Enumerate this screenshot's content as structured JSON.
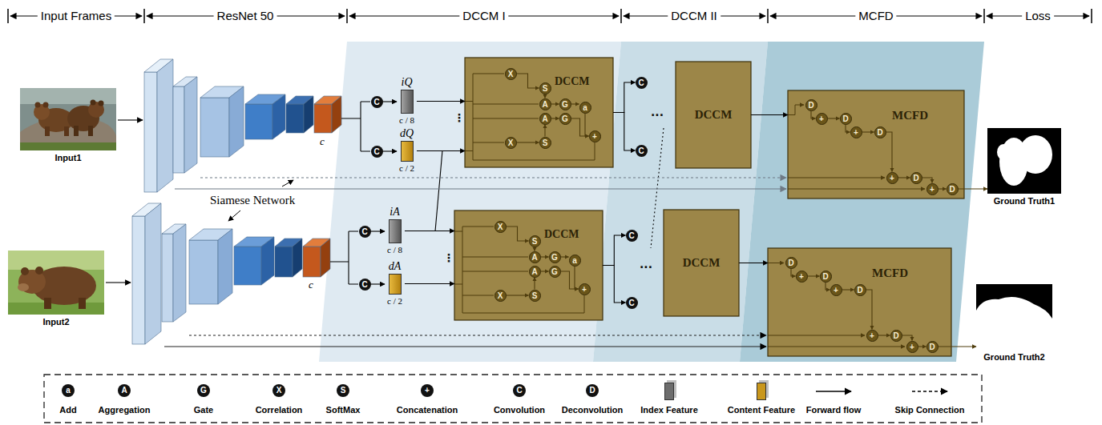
{
  "diagram": {
    "nodes": [
      {
        "text": [
          "Input1"
        ]
      },
      {
        "text": [
          "Input2"
        ]
      },
      {
        "text": [
          "C"
        ]
      },
      {
        "text": [
          "C"
        ]
      },
      {
        "text": [
          "iQ",
          "c / 8"
        ]
      },
      {
        "text": [
          "dQ",
          "c / 2"
        ]
      },
      {
        "text": [
          "C"
        ]
      },
      {
        "text": [
          "C"
        ]
      },
      {
        "text": [
          "iA",
          "c / 8"
        ]
      },
      {
        "text": [
          "dA",
          "c / 2"
        ]
      },
      {
        "text": [
          "DCCM"
        ]
      },
      {
        "text": [
          "X"
        ],
        "in": 10
      },
      {
        "text": [
          "S"
        ],
        "in": 10
      },
      {
        "text": [
          "A"
        ],
        "in": 10
      },
      {
        "text": [
          "G"
        ],
        "in": 10
      },
      {
        "text": [
          "a"
        ],
        "in": 10
      },
      {
        "text": [
          "A"
        ],
        "in": 10
      },
      {
        "text": [
          "G"
        ],
        "in": 10
      },
      {
        "text": [
          "+"
        ],
        "in": 10
      },
      {
        "text": [
          "X"
        ],
        "in": 10
      },
      {
        "text": [
          "S"
        ],
        "in": 10
      },
      {
        "text": [
          "DCCM"
        ]
      },
      {
        "text": [
          "X"
        ],
        "in": 21
      },
      {
        "text": [
          "S"
        ],
        "in": 21
      },
      {
        "text": [
          "A"
        ],
        "in": 21
      },
      {
        "text": [
          "G"
        ],
        "in": 21
      },
      {
        "text": [
          "a"
        ],
        "in": 21
      },
      {
        "text": [
          "A"
        ],
        "in": 21
      },
      {
        "text": [
          "G"
        ],
        "in": 21
      },
      {
        "text": [
          "+"
        ],
        "in": 21
      },
      {
        "text": [
          "X"
        ],
        "in": 21
      },
      {
        "text": [
          "S"
        ],
        "in": 21
      },
      {
        "text": [
          "C"
        ]
      },
      {
        "text": [
          "C"
        ]
      },
      {
        "text": [
          "C"
        ]
      },
      {
        "text": [
          "C"
        ]
      },
      {
        "text": [
          "DCCM"
        ]
      },
      {
        "text": [
          "DCCM"
        ]
      },
      {
        "text": [
          "MCFD"
        ]
      },
      {
        "text": [
          "D"
        ],
        "in": 38
      },
      {
        "text": [
          "+"
        ],
        "in": 38
      },
      {
        "text": [
          "D"
        ],
        "in": 38
      },
      {
        "text": [
          "+"
        ],
        "in": 38
      },
      {
        "text": [
          "D"
        ],
        "in": 38
      },
      {
        "text": [
          "+"
        ],
        "in": 38
      },
      {
        "text": [
          "D"
        ],
        "in": 38
      },
      {
        "text": [
          "+"
        ],
        "in": 38
      },
      {
        "text": [
          "D"
        ],
        "in": 38
      },
      {
        "text": [
          "MCFD"
        ]
      },
      {
        "text": [
          "D"
        ],
        "in": 48
      },
      {
        "text": [
          "+"
        ],
        "in": 48
      },
      {
        "text": [
          "D"
        ],
        "in": 48
      },
      {
        "text": [
          "+"
        ],
        "in": 48
      },
      {
        "text": [
          "D"
        ],
        "in": 48
      },
      {
        "text": [
          "+"
        ],
        "in": 48
      },
      {
        "text": [
          "D"
        ],
        "in": 48
      },
      {
        "text": [
          "+"
        ],
        "in": 48
      },
      {
        "text": [
          "D"
        ],
        "in": 48
      },
      {
        "text": [
          "Ground Truth1"
        ]
      },
      {
        "text": [
          "Ground Truth2"
        ]
      }
    ],
    "edges": [
      {
        "from": 2,
        "to": 4,
        "arrow": "to"
      },
      {
        "from": 3,
        "to": 5,
        "arrow": "to"
      },
      {
        "from": 6,
        "to": 8,
        "arrow": "to"
      },
      {
        "from": 7,
        "to": 9,
        "arrow": "to"
      },
      {
        "from": 4,
        "to": 10,
        "arrow": "to"
      },
      {
        "from": 5,
        "to": 10,
        "arrow": "to"
      },
      {
        "from": 8,
        "to": 21,
        "arrow": "to"
      },
      {
        "from": 9,
        "to": 21,
        "arrow": "to"
      },
      {
        "from": 11,
        "to": 12,
        "arrow": "to"
      },
      {
        "from": 12,
        "to": 13,
        "arrow": "to"
      },
      {
        "from": 13,
        "to": 14,
        "arrow": "to"
      },
      {
        "from": 14,
        "to": 15,
        "arrow": "to"
      },
      {
        "from": 15,
        "to": 18,
        "arrow": "to"
      },
      {
        "from": 19,
        "to": 20,
        "arrow": "to"
      },
      {
        "from": 20,
        "to": 16,
        "arrow": "to"
      },
      {
        "from": 16,
        "to": 17,
        "arrow": "to"
      },
      {
        "from": 17,
        "to": 18,
        "arrow": "to"
      },
      {
        "from": 22,
        "to": 23,
        "arrow": "to"
      },
      {
        "from": 23,
        "to": 24,
        "arrow": "to"
      },
      {
        "from": 24,
        "to": 25,
        "arrow": "to"
      },
      {
        "from": 25,
        "to": 26,
        "arrow": "to"
      },
      {
        "from": 26,
        "to": 29,
        "arrow": "to"
      },
      {
        "from": 30,
        "to": 31,
        "arrow": "to"
      },
      {
        "from": 31,
        "to": 27,
        "arrow": "to"
      },
      {
        "from": 27,
        "to": 28,
        "arrow": "to"
      },
      {
        "from": 28,
        "to": 29,
        "arrow": "to"
      },
      {
        "from": 10,
        "to": 32,
        "arrow": "to"
      },
      {
        "from": 10,
        "to": 33,
        "arrow": "to"
      },
      {
        "from": 21,
        "to": 34,
        "arrow": "to"
      },
      {
        "from": 21,
        "to": 35,
        "arrow": "to"
      },
      {
        "from": 36,
        "to": 38,
        "arrow": "to"
      },
      {
        "from": 37,
        "to": 48,
        "arrow": "to"
      },
      {
        "from": 39,
        "to": 40,
        "arrow": "to"
      },
      {
        "from": 40,
        "to": 41,
        "arrow": "to"
      },
      {
        "from": 41,
        "to": 42,
        "arrow": "to"
      },
      {
        "from": 42,
        "to": 43,
        "arrow": "to"
      },
      {
        "from": 43,
        "to": 44,
        "arrow": "to"
      },
      {
        "from": 44,
        "to": 45,
        "arrow": "to"
      },
      {
        "from": 45,
        "to": 46,
        "arrow": "to"
      },
      {
        "from": 46,
        "to": 47,
        "arrow": "to"
      },
      {
        "from": 49,
        "to": 50,
        "arrow": "to"
      },
      {
        "from": 50,
        "to": 51,
        "arrow": "to"
      },
      {
        "from": 51,
        "to": 52,
        "arrow": "to"
      },
      {
        "from": 52,
        "to": 53,
        "arrow": "to"
      },
      {
        "from": 53,
        "to": 54,
        "arrow": "to"
      },
      {
        "from": 54,
        "to": 55,
        "arrow": "to"
      },
      {
        "from": 55,
        "to": 56,
        "arrow": "to"
      },
      {
        "from": 56,
        "to": 57,
        "arrow": "to"
      },
      {
        "from": 47,
        "to": 58,
        "arrow": "to"
      },
      {
        "from": 57,
        "to": 59,
        "arrow": "to"
      }
    ],
    "labels": [
      "Input Frames",
      "ResNet 50",
      "DCCM I",
      "DCCM II",
      "MCFD",
      "Loss",
      "Siamese Network",
      "c",
      "c",
      "⋮",
      "...",
      "⋮",
      "...",
      "a",
      "A",
      "G",
      "X",
      "S",
      "+",
      "C",
      "D"
    ],
    "legend": [
      {
        "text": "Add"
      },
      {
        "text": "Aggregation"
      },
      {
        "text": "Gate"
      },
      {
        "text": "Correlation"
      },
      {
        "text": "SoftMax"
      },
      {
        "text": "Concatenation"
      },
      {
        "text": "Convolution"
      },
      {
        "text": "Deconvolution"
      },
      {
        "text": "Index Feature",
        "color": "#6d6d6d"
      },
      {
        "text": "Content Feature",
        "color": "#c9971c"
      },
      {
        "text": "Forward flow"
      },
      {
        "text": "Skip Connection"
      }
    ]
  }
}
